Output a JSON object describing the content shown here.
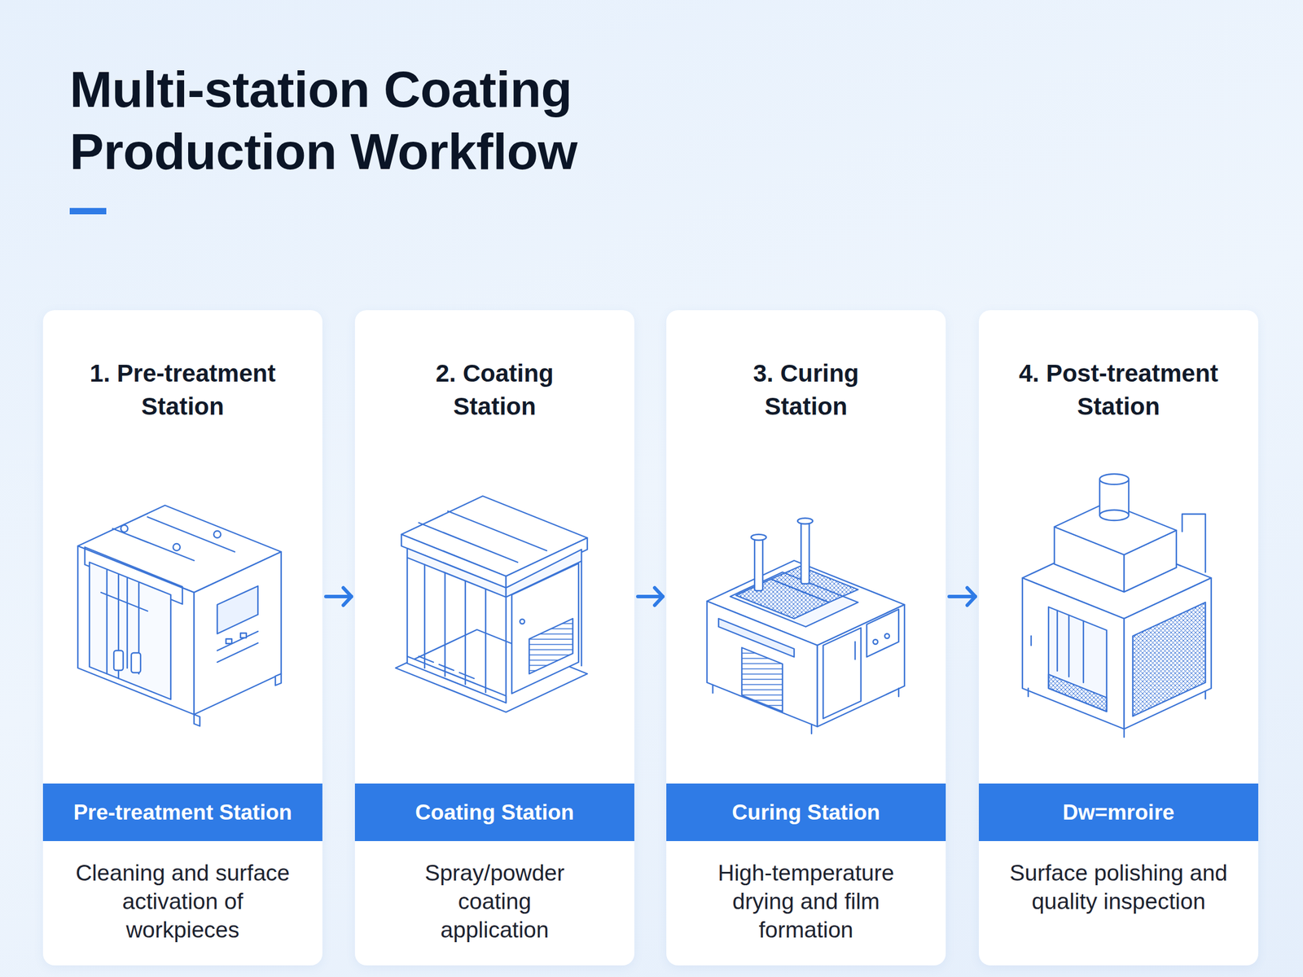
{
  "diagram": {
    "title": "Multi-station Coating Production Workflow",
    "nodes": [
      {
        "text": [
          "1. Pre-treatment Station",
          "Cleaning and surface activation of workpieces"
        ]
      },
      {
        "text": [
          "Pre-treatment Station"
        ],
        "in": 0
      },
      {
        "text": [
          "2. Coating Station",
          "Spray/powder coating application"
        ]
      },
      {
        "text": [
          "Coating Station"
        ],
        "in": 2
      },
      {
        "text": [
          "3. Curing Station",
          "High-temperature drying and film formation"
        ]
      },
      {
        "text": [
          "Curing Station"
        ],
        "in": 4
      },
      {
        "text": [
          "4. Post-treatment Station",
          "Surface polishing and quality inspection"
        ]
      },
      {
        "text": [
          "Dw=mroire"
        ],
        "in": 6
      }
    ],
    "edges": [
      {
        "from": 0,
        "to": 2,
        "arrow": "to"
      },
      {
        "from": 2,
        "to": 4,
        "arrow": "to"
      },
      {
        "from": 4,
        "to": 6,
        "arrow": "to"
      }
    ]
  }
}
